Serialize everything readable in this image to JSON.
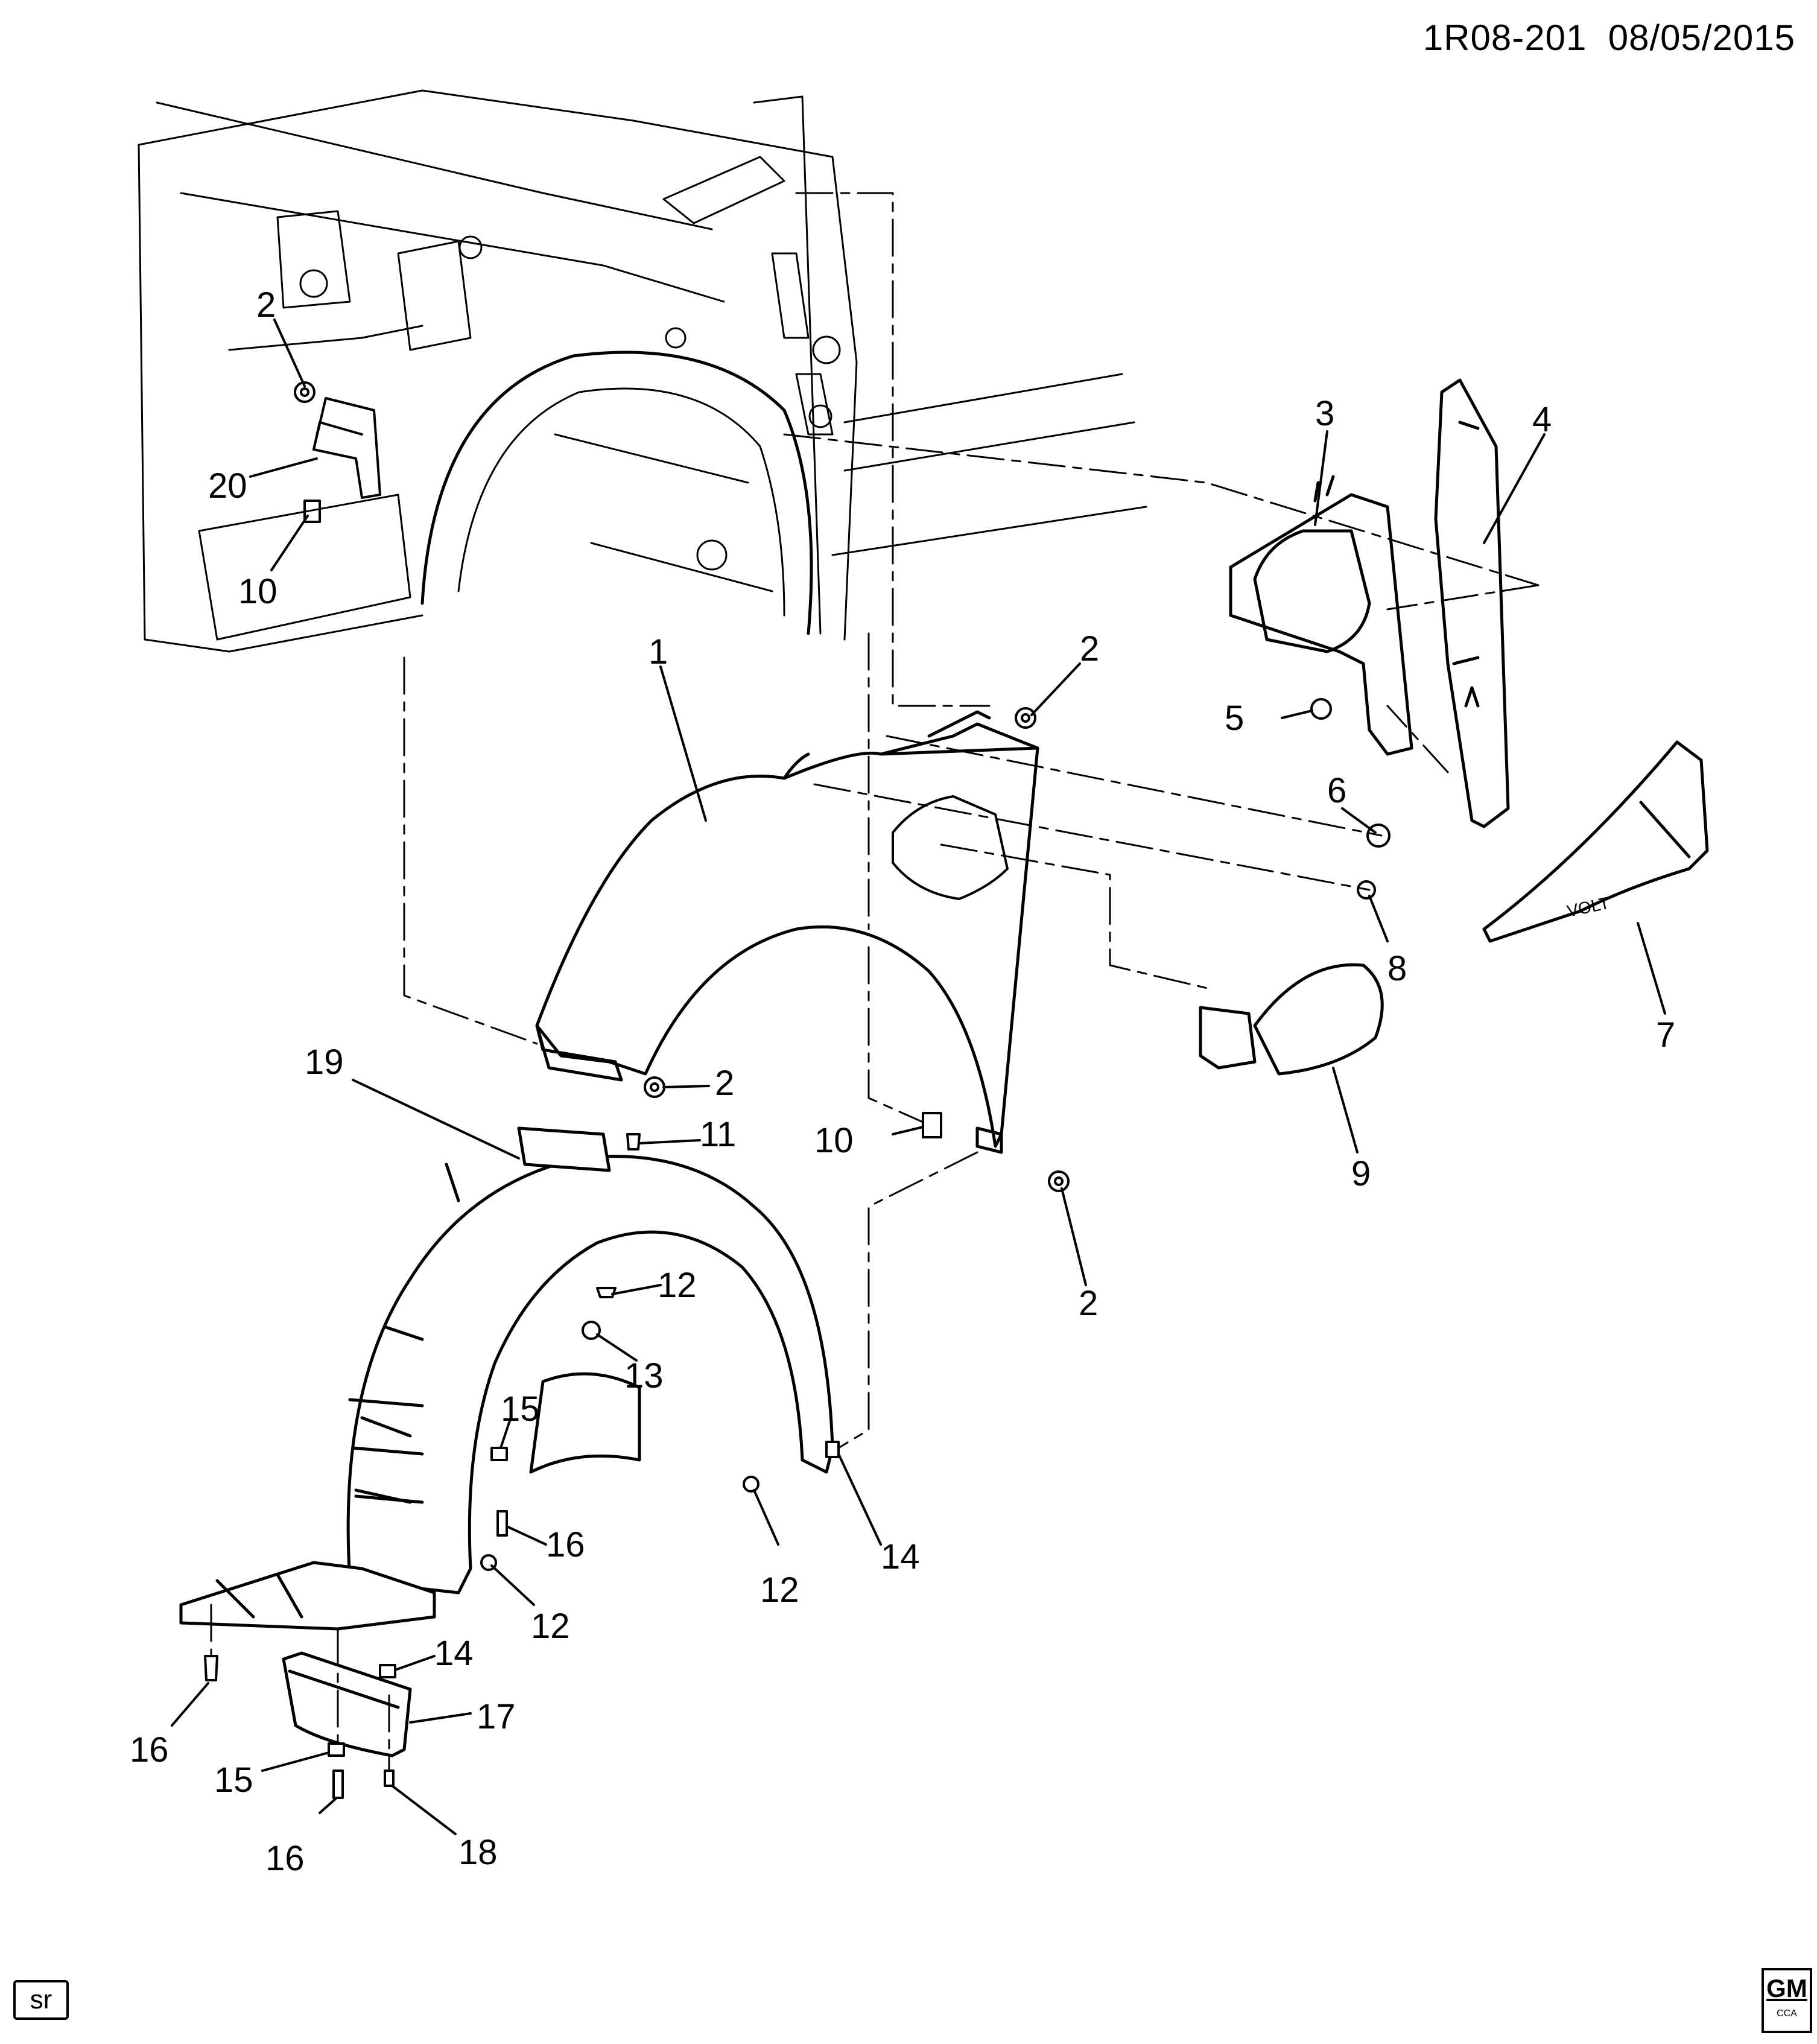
{
  "header": {
    "code": "1R08-201",
    "date": "08/05/2015"
  },
  "footer": {
    "sr_label": "sr",
    "logo_text": "GM",
    "logo_sub": "CCA"
  },
  "callouts": {
    "c1": "1",
    "c2a": "2",
    "c2b": "2",
    "c2c": "2",
    "c2d": "2",
    "c3": "3",
    "c4": "4",
    "c5": "5",
    "c6": "6",
    "c7": "7",
    "c8": "8",
    "c9": "9",
    "c10a": "10",
    "c10b": "10",
    "c11": "11",
    "c12a": "12",
    "c12b": "12",
    "c12c": "12",
    "c13": "13",
    "c14a": "14",
    "c14b": "14",
    "c15a": "15",
    "c15b": "15",
    "c16a": "16",
    "c16b": "16",
    "c16c": "16",
    "c17": "17",
    "c18": "18",
    "c19": "19",
    "c20": "20"
  },
  "decal_text": "VOLT"
}
